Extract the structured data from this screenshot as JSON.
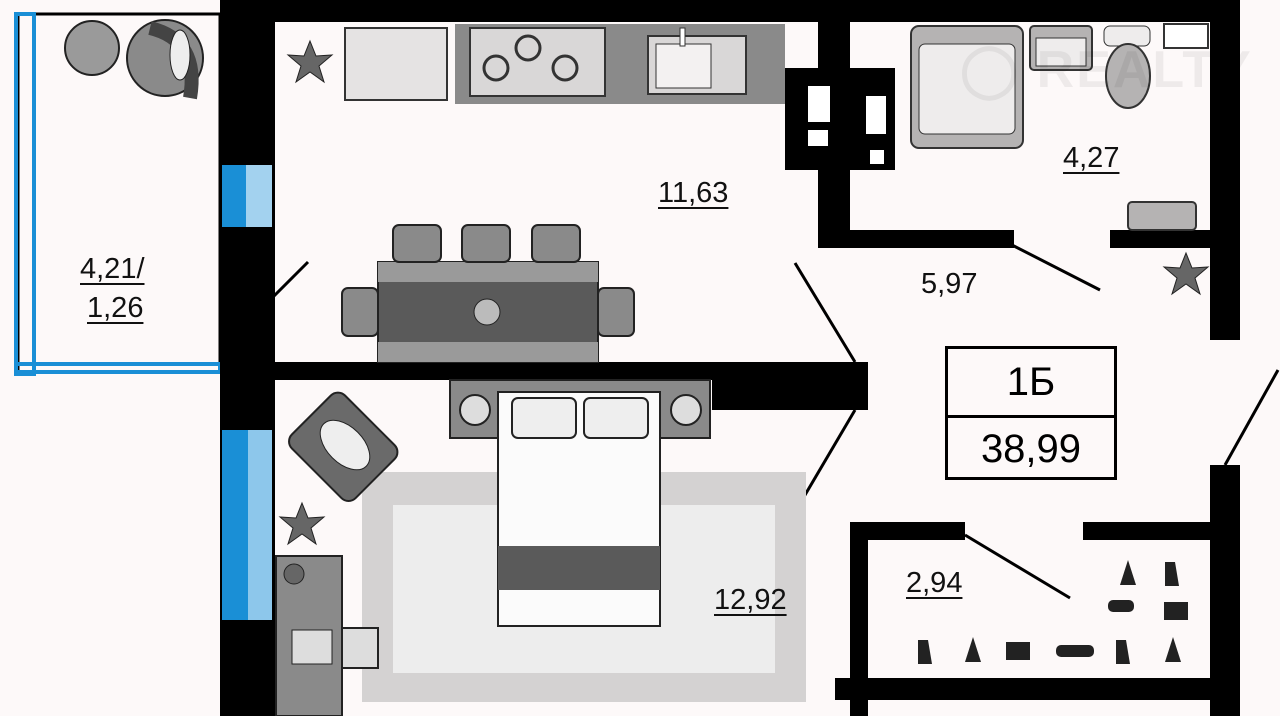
{
  "plan": {
    "apartment_type": "1Б",
    "total_area": "38,99",
    "rooms": {
      "kitchen": "11,63",
      "bathroom": "4,27",
      "hallway": "5,97",
      "balcony_line1": "4,21/",
      "balcony_line2": "1,26",
      "bedroom": "12,92",
      "wardrobe": "2,94"
    }
  },
  "colors": {
    "wall": "#000000",
    "window": "#1a8fd6",
    "furniture": "#8a8a8a",
    "furniture_dark": "#5a5a5a",
    "rug": "#d4d2d2"
  }
}
